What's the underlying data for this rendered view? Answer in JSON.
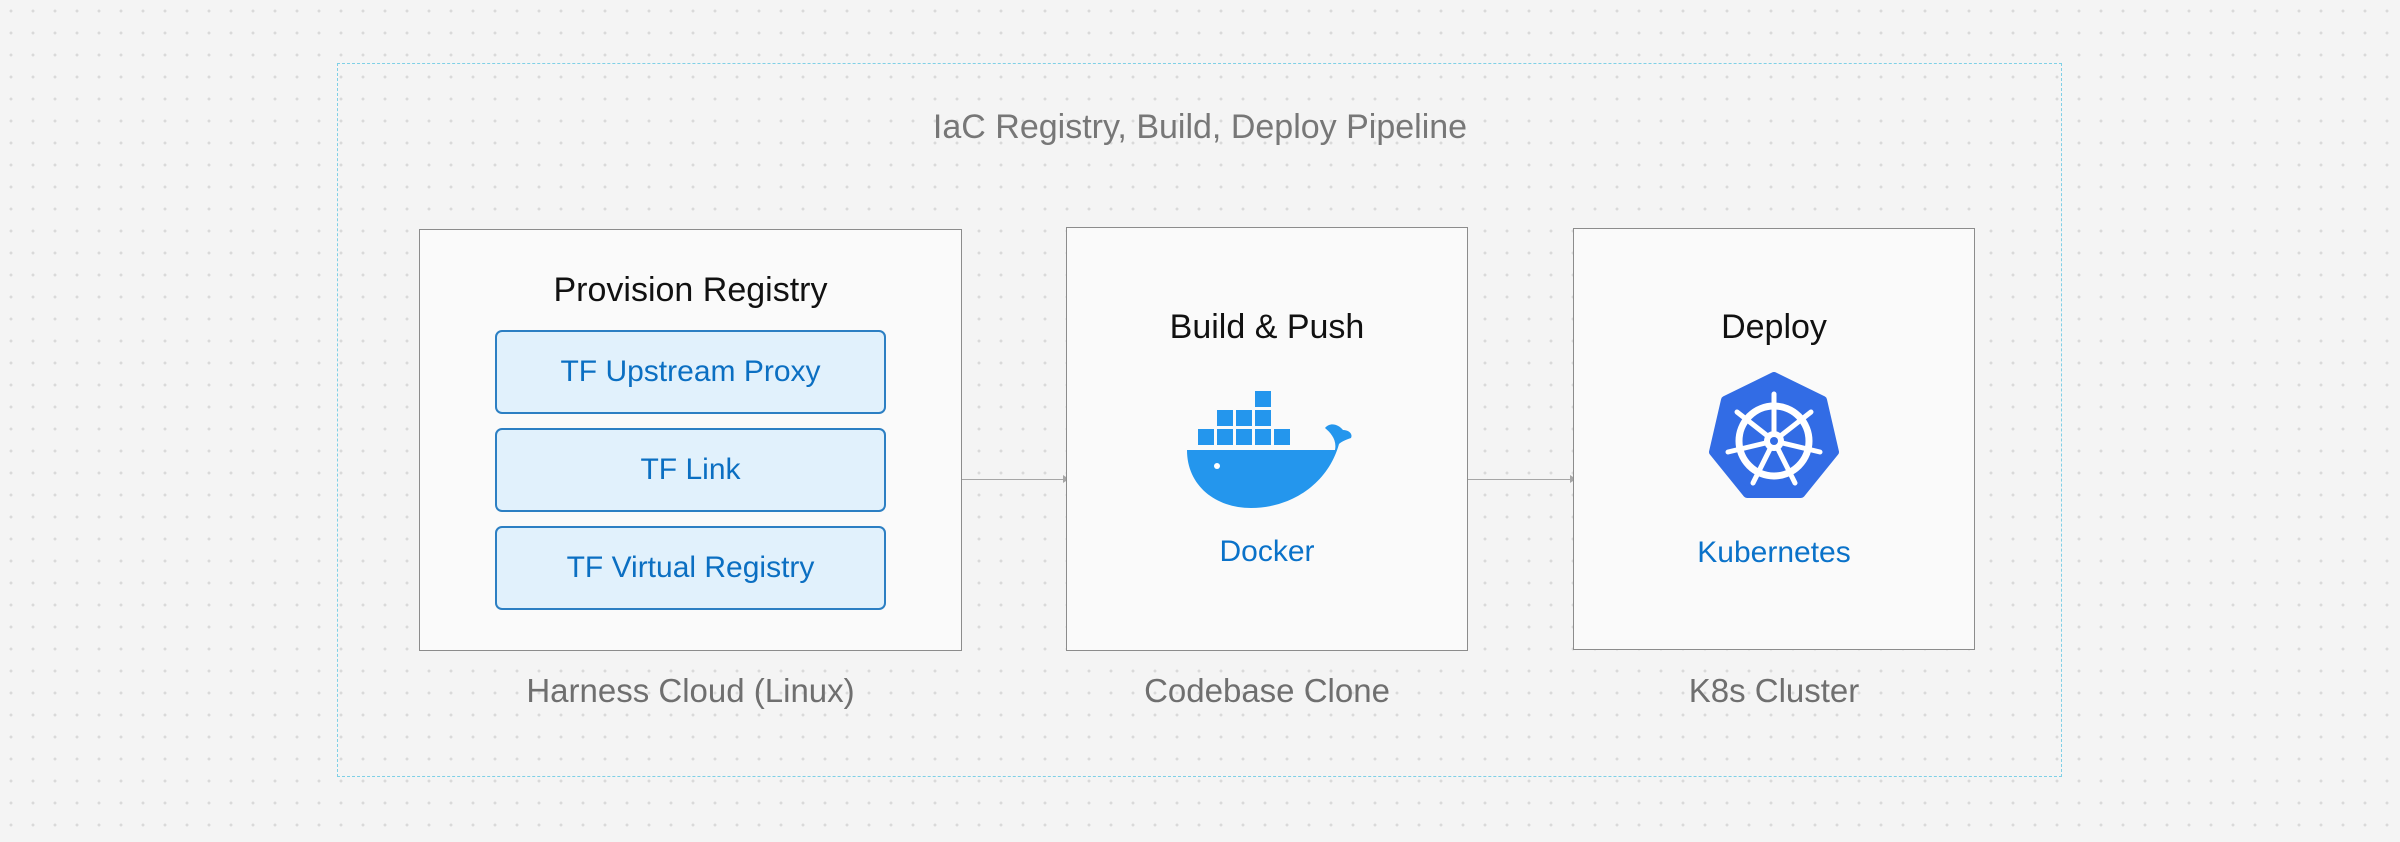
{
  "diagram": {
    "group_title": "IaC Registry, Build, Deploy Pipeline",
    "stages": [
      {
        "title": "Provision Registry",
        "items": [
          "TF Upstream Proxy",
          "TF Link",
          "TF Virtual Registry"
        ],
        "caption": "Harness Cloud (Linux)"
      },
      {
        "title": "Build & Push",
        "tool": "Docker",
        "icon": "docker-whale-icon",
        "caption": "Codebase Clone"
      },
      {
        "title": "Deploy",
        "tool": "Kubernetes",
        "icon": "kubernetes-helm-icon",
        "caption": "K8s Cluster"
      }
    ],
    "colors": {
      "group_border": "#7fd0e6",
      "item_fill": "#e1f1fc",
      "item_border": "#2c7fc3",
      "tool_text": "#0a72c9",
      "docker_blue": "#2496ed",
      "kubernetes_blue": "#326ce5"
    }
  }
}
